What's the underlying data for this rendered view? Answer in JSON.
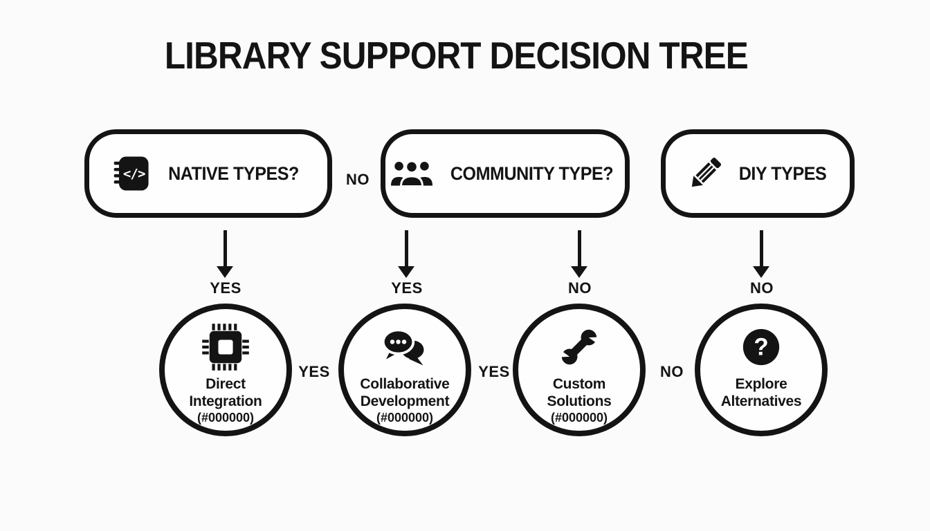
{
  "title": "LIBRARY SUPPORT DECISION TREE",
  "colors": {
    "ink": "#141414",
    "background": "#fbfbfb",
    "node_fill": "#fefefe",
    "outcome_hex_value": "#000000"
  },
  "decision_boxes": [
    {
      "label": "NATIVE TYPES?",
      "icon": "code-book-icon"
    },
    {
      "label": "COMMUNITY TYPE?",
      "icon": "people-icon"
    },
    {
      "label": "DIY TYPES",
      "icon": "pencil-icon"
    }
  ],
  "box_connector_label": "NO",
  "branches": [
    {
      "arrow_label": "YES"
    },
    {
      "arrow_label": "YES"
    },
    {
      "arrow_label": "NO"
    },
    {
      "arrow_label": "NO"
    }
  ],
  "outcome_circles": [
    {
      "line1": "Direct",
      "line2": "Integration",
      "hex": "(#000000)",
      "icon": "chip-icon"
    },
    {
      "line1": "Collaborative",
      "line2": "Development",
      "hex": "(#000000)",
      "icon": "chat-icon"
    },
    {
      "line1": "Custom",
      "line2": "Solutions",
      "hex": "(#000000)",
      "icon": "wrench-icon"
    },
    {
      "line1": "Explore",
      "line2": "Alternatives",
      "hex": "",
      "icon": "question-icon"
    }
  ],
  "circle_connector_labels": [
    "YES",
    "YES",
    "NO"
  ]
}
